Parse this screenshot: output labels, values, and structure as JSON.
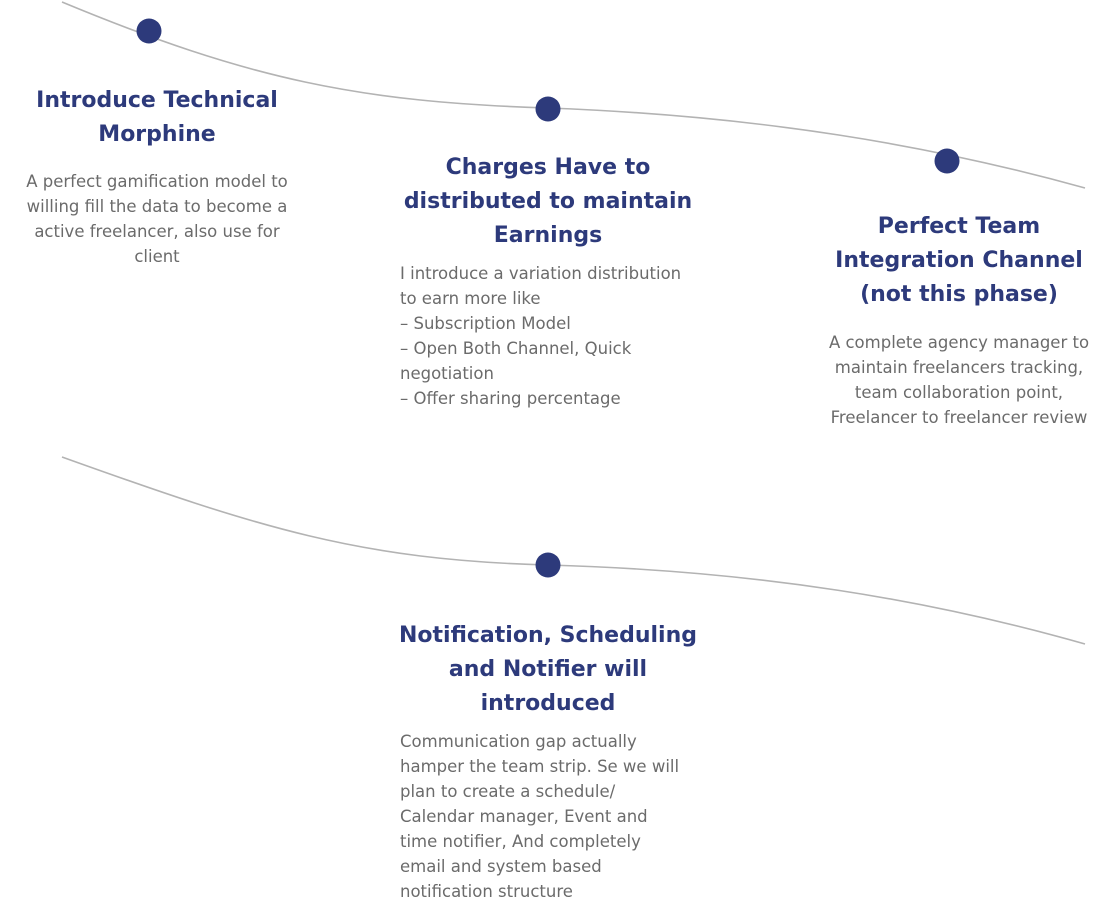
{
  "colors": {
    "title": "#2d3a7b",
    "description": "#6b6b6b",
    "node": "#2d3a7b",
    "line": "#b3b3b3"
  },
  "milestones": [
    {
      "title": "Introduce Technical\nMorphine",
      "description": "A perfect gamification model to\nwilling fill the data to become a\nactive freelancer, also use for\nclient"
    },
    {
      "title": "Charges Have to\ndistributed to maintain\nEarnings",
      "description": "I introduce a variation distribution\nto earn more like\n– Subscription Model\n– Open Both Channel, Quick\nnegotiation\n– Offer sharing percentage"
    },
    {
      "title": "Perfect Team\nIntegration Channel\n(not this phase)",
      "description": "A complete agency manager to\nmaintain freelancers tracking,\nteam collaboration point,\nFreelancer to freelancer review"
    },
    {
      "title": "Notification, Scheduling\nand Notifier will\nintroduced",
      "description": "Communication gap actually\nhamper the team strip. Se we will\nplan to create a schedule/\nCalendar manager, Event and\ntime notifier, And completely\nemail and system based\nnotification structure"
    }
  ]
}
